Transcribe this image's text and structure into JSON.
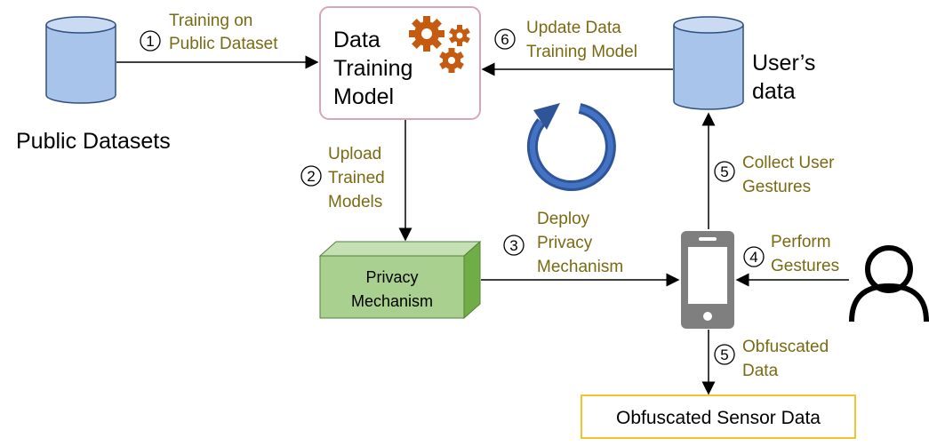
{
  "nodes": {
    "public_datasets": "Public Datasets",
    "training_model": [
      "Data",
      "Training",
      "Model"
    ],
    "users_data": [
      "User’s",
      "data"
    ],
    "privacy_mechanism": [
      "Privacy",
      "Mechanism"
    ],
    "obfuscated_sensor_data": "Obfuscated Sensor Data"
  },
  "steps": {
    "s1": {
      "num": "1",
      "lines": [
        "Training on",
        "Public Dataset"
      ]
    },
    "s2": {
      "num": "2",
      "lines": [
        "Upload",
        "Trained",
        "Models"
      ]
    },
    "s3": {
      "num": "3",
      "lines": [
        "Deploy",
        "Privacy",
        "Mechanism"
      ]
    },
    "s4": {
      "num": "4",
      "lines": [
        "Perform",
        "Gestures"
      ]
    },
    "s5a": {
      "num": "5",
      "lines": [
        "Collect User",
        "Gestures"
      ]
    },
    "s5b": {
      "num": "5",
      "lines": [
        "Obfuscated",
        "Data"
      ]
    },
    "s6": {
      "num": "6",
      "lines": [
        "Update Data",
        "Training Model"
      ]
    }
  },
  "icons": [
    "database-icon",
    "gears-icon",
    "cycle-arrow-icon",
    "smartphone-icon",
    "user-icon"
  ],
  "colors": {
    "label_olive": "#7a6a12",
    "database_fill": "#a9c4ea",
    "database_stroke": "#2f4f7f",
    "privacy_fill": "#a9d08e",
    "gear_orange": "#c55a11",
    "cycle_blue": "#2e5597",
    "model_border": "#d9a6b6",
    "output_border": "#f4c430"
  }
}
